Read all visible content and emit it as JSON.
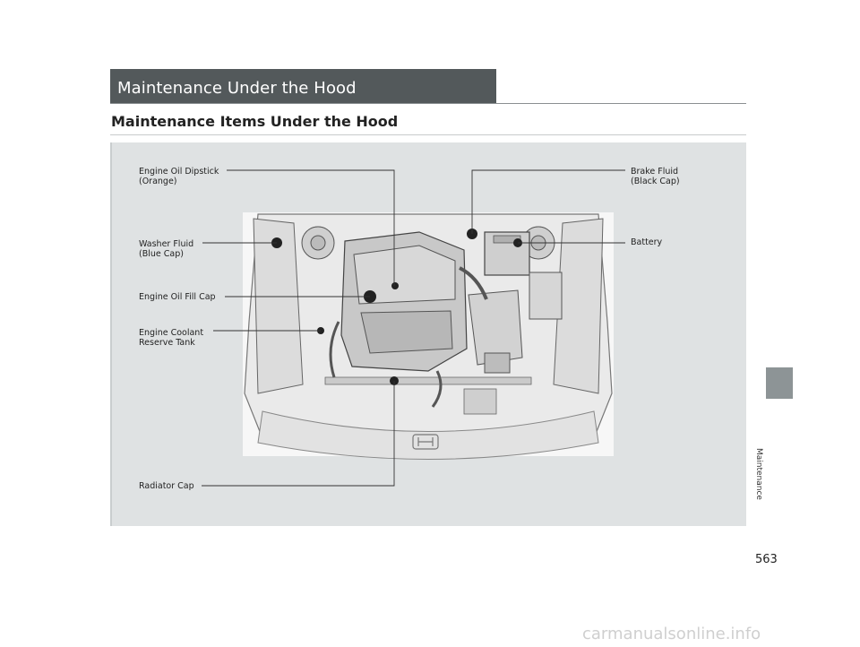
{
  "section_title": "Maintenance Under the Hood",
  "sub_heading": "Maintenance Items Under the Hood",
  "callouts": {
    "engine_oil_dipstick": "Engine Oil Dipstick\n(Orange)",
    "washer_fluid": "Washer Fluid\n(Blue Cap)",
    "engine_oil_fill_cap": "Engine Oil Fill Cap",
    "engine_coolant": "Engine Coolant\nReserve Tank",
    "radiator_cap": "Radiator Cap",
    "brake_fluid": "Brake Fluid\n(Black Cap)",
    "battery": "Battery"
  },
  "side_tab_label": "Maintenance",
  "page_number": "563",
  "watermark": "carmanualsonline.info",
  "colors": {
    "banner": "#53595b",
    "figure_background": "#dfe2e3",
    "side_tab": "#8d9496"
  }
}
